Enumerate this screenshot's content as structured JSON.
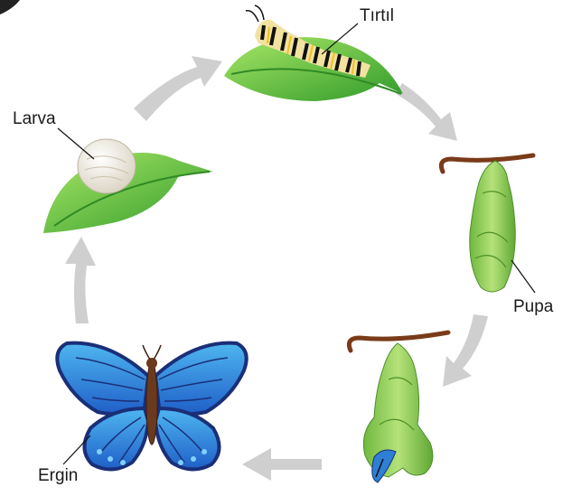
{
  "labels": {
    "tirtil": "Tırtıl",
    "larva": "Larva",
    "pupa": "Pupa",
    "ergin": "Ergin"
  },
  "stages": [
    {
      "name": "egg-on-leaf"
    },
    {
      "name": "caterpillar-on-leaf"
    },
    {
      "name": "chrysalis"
    },
    {
      "name": "emerging-chrysalis"
    },
    {
      "name": "butterfly"
    }
  ],
  "colors": {
    "leaf_light": "#9be05a",
    "leaf_dark": "#3aa02c",
    "arrow": "#c9c9c9",
    "branch": "#7a3b1a",
    "chrysalis": "#8fcf5a",
    "butterfly_blue": "#2b86d8",
    "butterfly_dark": "#1a2f78",
    "body": "#6b3a1e"
  }
}
